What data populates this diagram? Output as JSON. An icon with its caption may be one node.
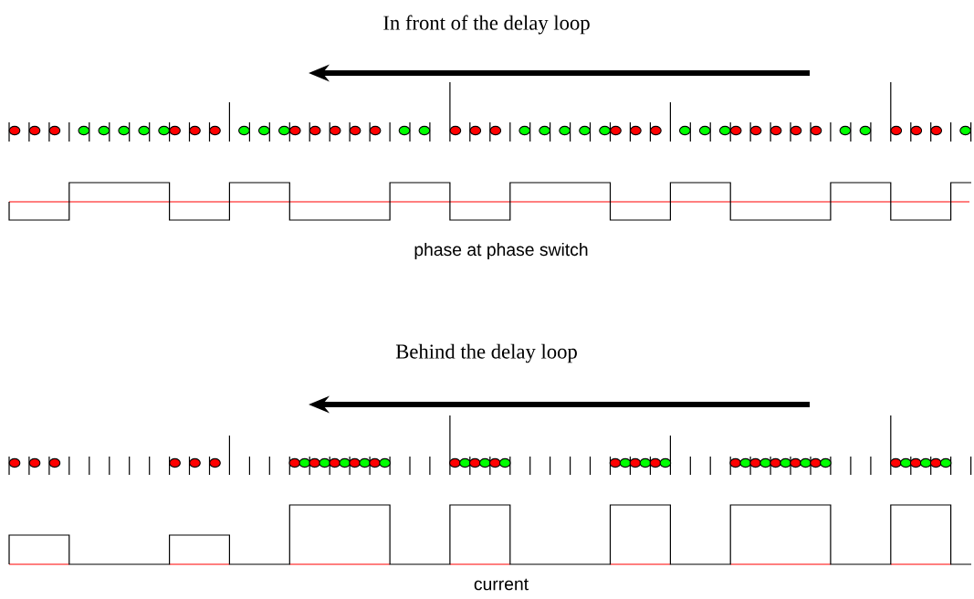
{
  "diagram": {
    "labels": [
      "In front of the delay loop",
      "phase at phase switch",
      "Behind the delay loop",
      "current"
    ]
  }
}
